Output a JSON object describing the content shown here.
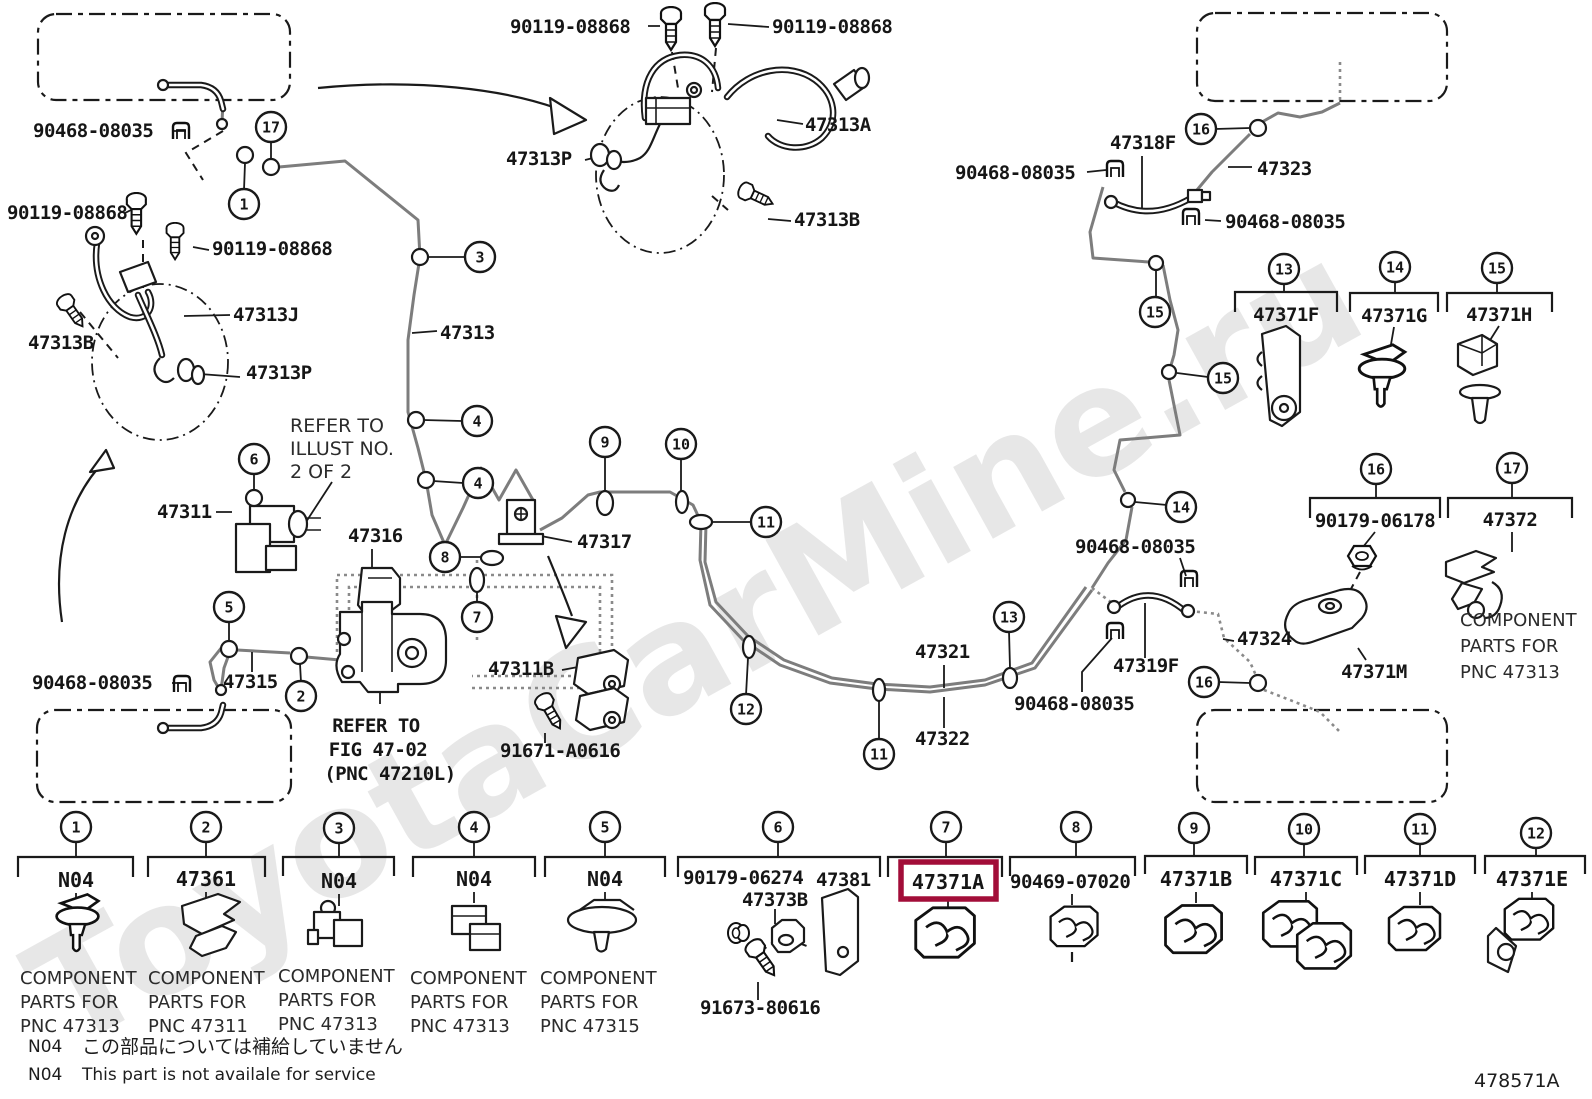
{
  "watermark": "ToyotaCarMine.ru",
  "highlight_color": "#a20d38",
  "notes": {
    "refer_illust": [
      "REFER TO",
      "ILLUST NO.",
      "2 OF 2"
    ],
    "refer_fig": [
      "REFER TO",
      "FIG 47-02",
      "(PNC 47210L)"
    ],
    "component_right": [
      "COMPONENT",
      "PARTS FOR",
      "PNC 47313"
    ]
  },
  "labels": {
    "p90119": "90119-08868",
    "p90468": "90468-08035",
    "p47313A": "47313A",
    "p47313B": "47313B",
    "p47313P": "47313P",
    "p47313J": "47313J",
    "p47313": "47313",
    "p47311": "47311",
    "p47311B": "47311B",
    "p47316": "47316",
    "p47317": "47317",
    "p47315": "47315",
    "p91671": "91671-A0616",
    "p47321": "47321",
    "p47322": "47322",
    "p47318F": "47318F",
    "p47319F": "47319F",
    "p47323": "47323",
    "p47324": "47324",
    "p47371F": "47371F",
    "p47371G": "47371G",
    "p47371H": "47371H",
    "p47371M": "47371M",
    "p47372": "47372",
    "p90179_06178": "90179-06178"
  },
  "callouts": [
    "17",
    "1",
    "3",
    "4",
    "4",
    "6",
    "9",
    "10",
    "11",
    "8",
    "7",
    "5",
    "2",
    "12",
    "11",
    "13",
    "16",
    "16",
    "15",
    "13",
    "14",
    "15",
    "15",
    "14",
    "16",
    "17"
  ],
  "legend": [
    {
      "num": "1",
      "part": "N04",
      "desc": [
        "COMPONENT",
        "PARTS FOR",
        "PNC 47313"
      ]
    },
    {
      "num": "2",
      "part": "47361",
      "desc": [
        "COMPONENT",
        "PARTS FOR",
        "PNC 47311"
      ]
    },
    {
      "num": "3",
      "part": "N04",
      "desc": [
        "COMPONENT",
        "PARTS FOR",
        "PNC 47313"
      ]
    },
    {
      "num": "4",
      "part": "N04",
      "desc": [
        "COMPONENT",
        "PARTS FOR",
        "PNC 47313"
      ]
    },
    {
      "num": "5",
      "part": "N04",
      "desc": [
        "COMPONENT",
        "PARTS FOR",
        "PNC 47315"
      ]
    },
    {
      "num": "6",
      "parts": [
        "90179-06274",
        "47381",
        "47373B",
        "91673-80616"
      ]
    },
    {
      "num": "7",
      "part": "47371A",
      "highlighted": true
    },
    {
      "num": "8",
      "part": "90469-07020"
    },
    {
      "num": "9",
      "part": "47371B"
    },
    {
      "num": "10",
      "part": "47371C"
    },
    {
      "num": "11",
      "part": "47371D"
    },
    {
      "num": "12",
      "part": "47371E"
    }
  ],
  "footer": {
    "note_code": "N04",
    "note_jp": "この部品については補給していません",
    "note_en": "This part is not availale for service",
    "drawing_code": "478571A"
  }
}
